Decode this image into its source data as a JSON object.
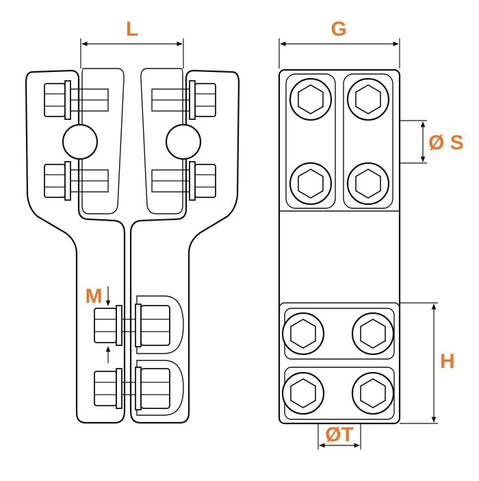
{
  "labels": {
    "L": "L",
    "G": "G",
    "S": "Ø S",
    "M": "M",
    "H": "H",
    "T": "ØT"
  },
  "colors": {
    "label": "#e8762c",
    "line": "#111111",
    "background": "#ffffff"
  }
}
